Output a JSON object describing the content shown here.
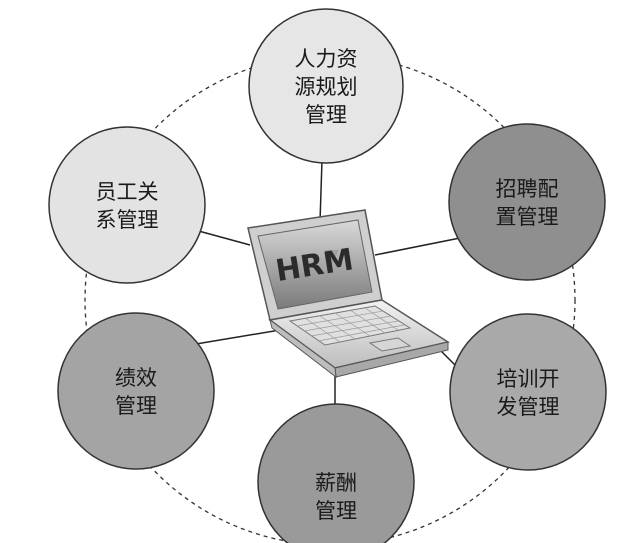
{
  "center": {
    "screen_text": "HRM"
  },
  "nodes": [
    {
      "id": "planning",
      "lines": [
        "人力资",
        "源规划",
        "管理"
      ],
      "fill": "#e6e6e6"
    },
    {
      "id": "recruitment",
      "lines": [
        "招聘配",
        "置管理"
      ],
      "fill": "#8f8f8f"
    },
    {
      "id": "training",
      "lines": [
        "培训开",
        "发管理"
      ],
      "fill": "#a9a9a9"
    },
    {
      "id": "compensation",
      "lines": [
        "薪酬",
        "管理"
      ],
      "fill": "#9a9a9a"
    },
    {
      "id": "performance",
      "lines": [
        "绩效",
        "管理"
      ],
      "fill": "#a4a4a4"
    },
    {
      "id": "relations",
      "lines": [
        "员工关",
        "系管理"
      ],
      "fill": "#e3e3e3"
    }
  ]
}
